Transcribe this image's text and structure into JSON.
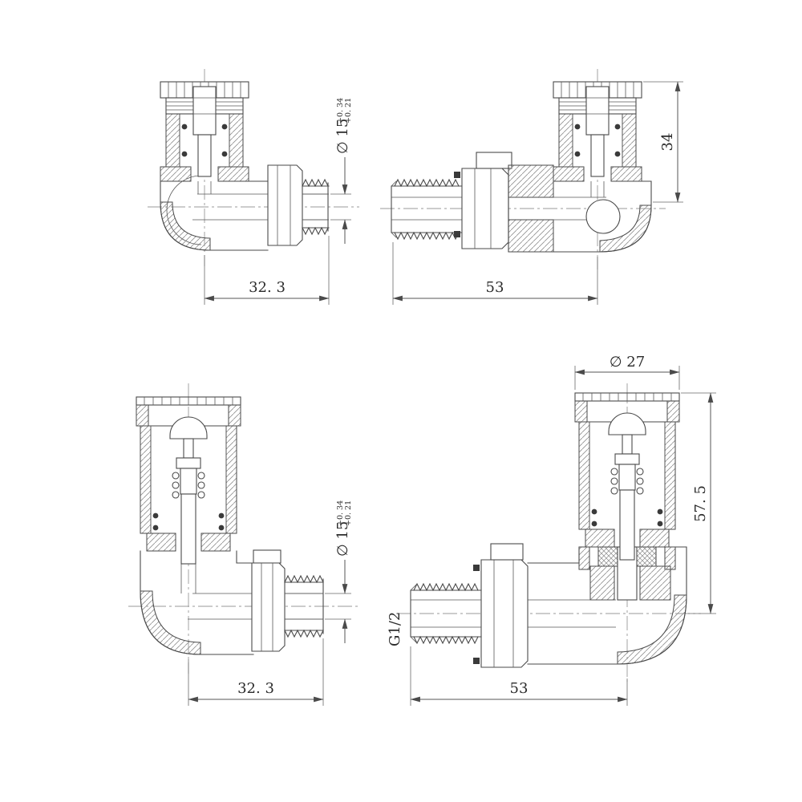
{
  "page": {
    "background": "#ffffff",
    "line_color": "#4a4a4a"
  },
  "diagram": {
    "views": {
      "top_left": {
        "width_dim": "32. 3",
        "bore_label": "∅ 15",
        "bore_tol_upper": "+0. 34",
        "bore_tol_lower": "+0. 21"
      },
      "top_right": {
        "width_dim": "53",
        "height_dim": "34"
      },
      "bottom_left": {
        "width_dim": "32. 3",
        "bore_label": "∅ 15",
        "bore_tol_upper": "+0. 34",
        "bore_tol_lower": "+0. 21"
      },
      "bottom_right": {
        "cap_dim": "∅ 27",
        "height_dim": "57. 5",
        "width_dim": "53",
        "thread_label": "G1/2"
      }
    }
  }
}
